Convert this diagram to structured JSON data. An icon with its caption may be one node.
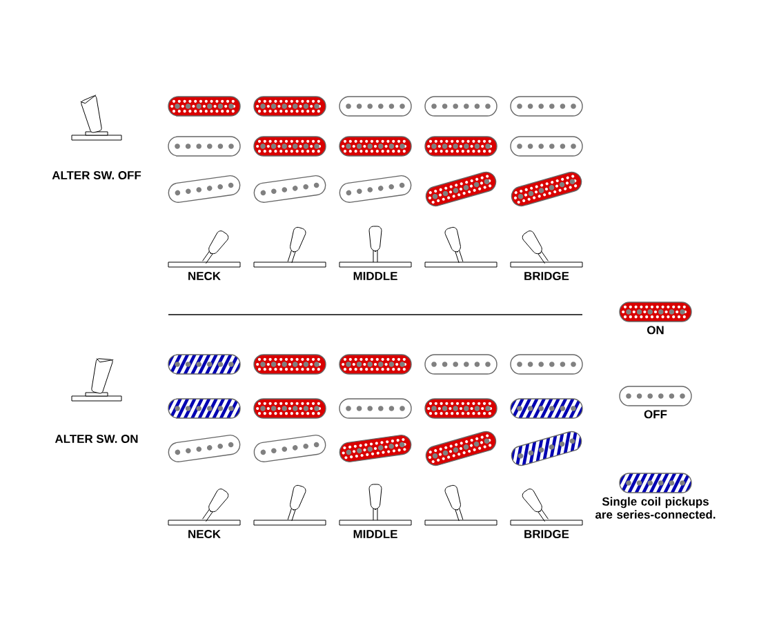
{
  "diagram": {
    "labels": [
      "ALTER SW. OFF",
      "NECK",
      "MIDDLE",
      "BRIDGE",
      "ALTER SW. ON",
      "NECK",
      "MIDDLE",
      "BRIDGE"
    ],
    "legend": [
      {
        "text": "ON"
      },
      {
        "text": "OFF"
      },
      {
        "text": "Single coil pickups are series-connected."
      }
    ]
  }
}
